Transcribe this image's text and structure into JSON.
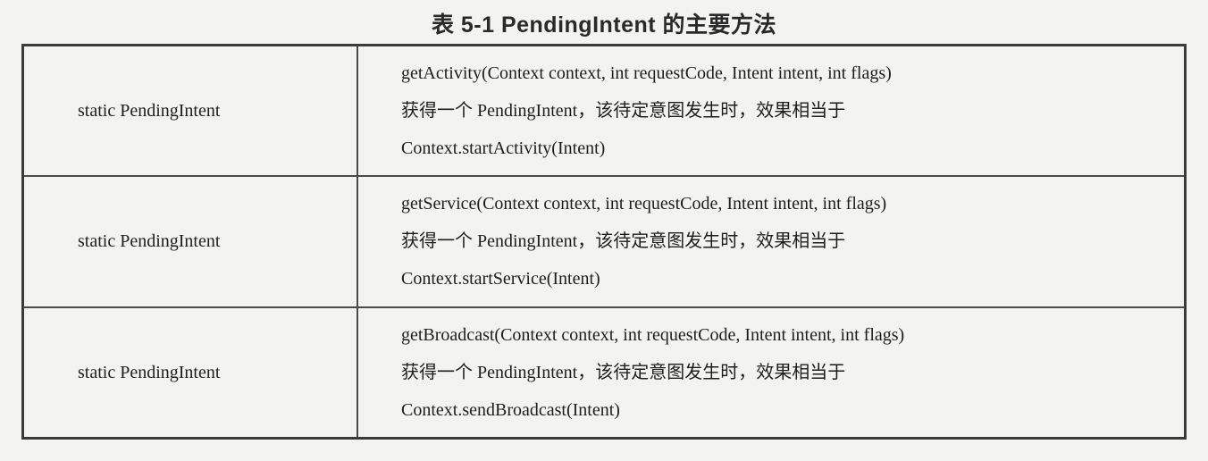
{
  "caption": "表 5-1   PendingIntent 的主要方法",
  "rows": [
    {
      "type": "static PendingIntent",
      "signature": "getActivity(Context context, int requestCode, Intent intent, int flags)",
      "description": "获得一个 PendingIntent，该待定意图发生时，效果相当于",
      "equivalent": "Context.startActivity(Intent)"
    },
    {
      "type": "static PendingIntent",
      "signature": "getService(Context context, int requestCode, Intent intent, int flags)",
      "description": "获得一个 PendingIntent，该待定意图发生时，效果相当于",
      "equivalent": "Context.startService(Intent)"
    },
    {
      "type": "static PendingIntent",
      "signature": "getBroadcast(Context context, int requestCode, Intent intent, int flags)",
      "description": "获得一个 PendingIntent，该待定意图发生时，效果相当于",
      "equivalent": "Context.sendBroadcast(Intent)"
    }
  ]
}
